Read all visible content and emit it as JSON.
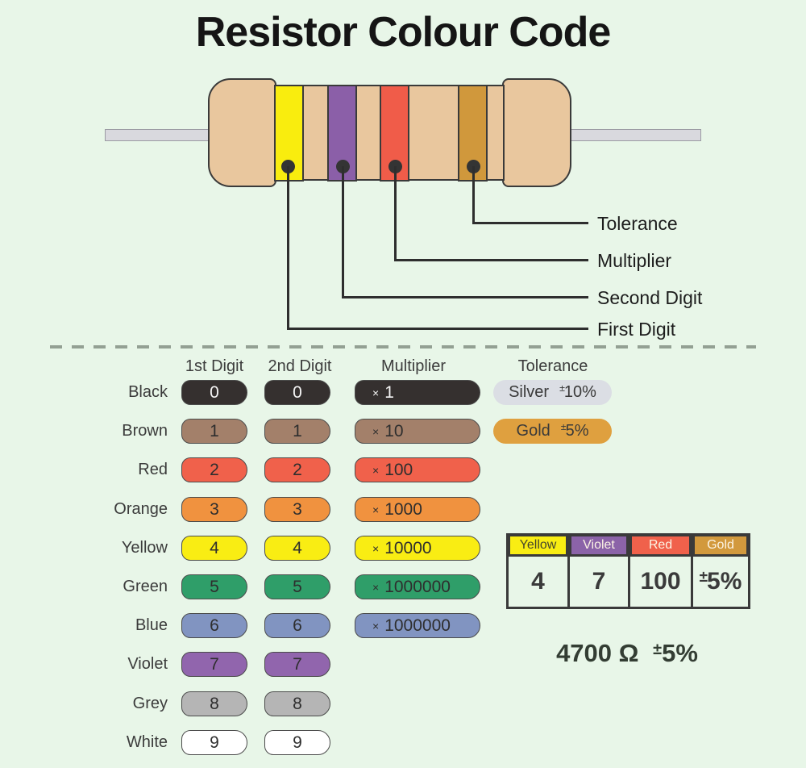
{
  "title": "Resistor Colour Code",
  "colors": {
    "background": "#e8f6e8",
    "outline": "#3a3a3a",
    "resistor_body": "#e9c79e",
    "lead": "#d9d9de"
  },
  "resistor": {
    "body_color": "#e9c79e",
    "bands": [
      {
        "name": "first-digit-band",
        "color": "#f9ed0e",
        "label": "First Digit"
      },
      {
        "name": "second-digit-band",
        "color": "#8b5fa8",
        "label": "Second Digit"
      },
      {
        "name": "multiplier-band",
        "color": "#f05c49",
        "label": "Multiplier"
      },
      {
        "name": "tolerance-band",
        "color": "#d0983c",
        "label": "Tolerance"
      }
    ]
  },
  "chart": {
    "headers": {
      "d1": "1st Digit",
      "d2": "2nd Digit",
      "mult": "Multiplier",
      "tol": "Tolerance"
    },
    "multiply_sign": "×",
    "rows": [
      {
        "name": "Black",
        "color": "#35302f",
        "d1": "0",
        "d2": "0",
        "mult": "1"
      },
      {
        "name": "Brown",
        "color": "#a3806a",
        "d1": "1",
        "d2": "1",
        "mult": "10"
      },
      {
        "name": "Red",
        "color": "#f0614b",
        "d1": "2",
        "d2": "2",
        "mult": "100"
      },
      {
        "name": "Orange",
        "color": "#f0923f",
        "d1": "3",
        "d2": "3",
        "mult": "1000"
      },
      {
        "name": "Yellow",
        "color": "#f9ed13",
        "d1": "4",
        "d2": "4",
        "mult": "10000"
      },
      {
        "name": "Green",
        "color": "#2f9e69",
        "d1": "5",
        "d2": "5",
        "mult": "1000000"
      },
      {
        "name": "Blue",
        "color": "#8194c1",
        "d1": "6",
        "d2": "6",
        "mult": "1000000"
      },
      {
        "name": "Violet",
        "color": "#9165ad",
        "d1": "7",
        "d2": "7"
      },
      {
        "name": "Grey",
        "color": "#b5b5b5",
        "d1": "8",
        "d2": "8"
      },
      {
        "name": "White",
        "color": "#ffffff",
        "d1": "9",
        "d2": "9"
      }
    ],
    "tolerance": [
      {
        "name": "Silver",
        "color": "#dbdee4",
        "pm": "±",
        "value": "10%"
      },
      {
        "name": "Gold",
        "color": "#dfa03f",
        "pm": "±",
        "value": "5%"
      }
    ]
  },
  "example": {
    "columns": [
      {
        "label": "Yellow",
        "color": "#f9ed13",
        "value": "4"
      },
      {
        "label": "Violet",
        "color": "#8b63a8",
        "value": "7"
      },
      {
        "label": "Red",
        "color": "#f0614b",
        "value": "100"
      },
      {
        "label": "Gold",
        "color": "#d2993d",
        "pm": "±",
        "value": "5%"
      }
    ],
    "result": {
      "value": "4700",
      "unit": "Ω",
      "pm": "±",
      "tolerance": "5%"
    }
  }
}
